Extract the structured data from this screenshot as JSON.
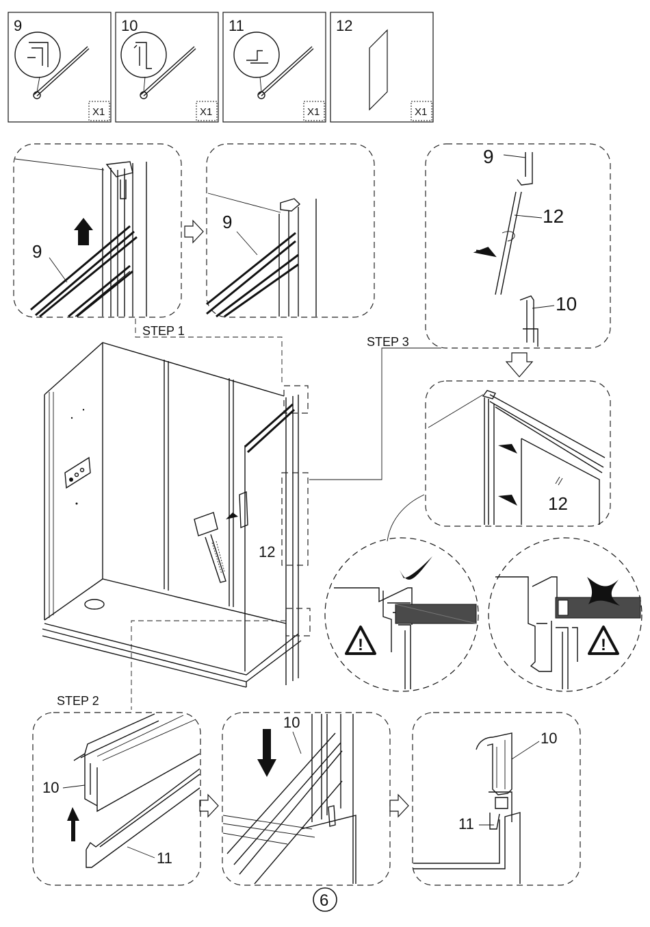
{
  "parts": [
    {
      "number": "9",
      "qty": "X1",
      "icon": "gasket-profile-icon"
    },
    {
      "number": "10",
      "qty": "X1",
      "icon": "bottom-profile-icon"
    },
    {
      "number": "11",
      "qty": "X1",
      "icon": "sill-profile-icon"
    },
    {
      "number": "12",
      "qty": "X1",
      "icon": "glass-panel-icon"
    }
  ],
  "steps": {
    "step1": "STEP 1",
    "step2": "STEP 2",
    "step3": "STEP 3"
  },
  "callouts": {
    "s1a_part": "9",
    "s1b_part": "9",
    "s3a_top": "9",
    "s3a_glass": "12",
    "s3a_bottom": "10",
    "s3b_glass": "12",
    "main_glass": "12",
    "s2a_profile": "10",
    "s2a_sill": "11",
    "s2b_profile": "10",
    "s2c_profile": "10",
    "s2c_sill": "11"
  },
  "page_number": "6"
}
